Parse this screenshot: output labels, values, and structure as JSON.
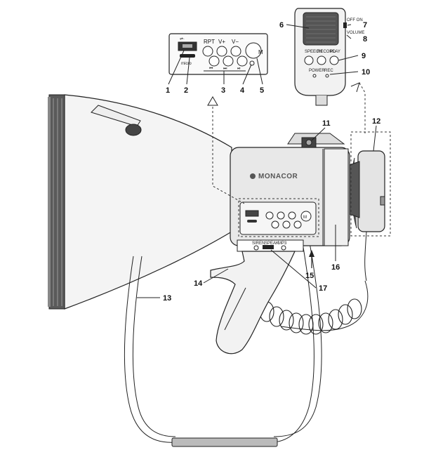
{
  "product": {
    "brand": "MONACOR"
  },
  "control_panel_labels": {
    "rpt": "RPT",
    "vol_up": "V+",
    "vol_down": "V−",
    "mode_button": "M",
    "usb_symbol": "⇌·",
    "card_label": "micro"
  },
  "microphone_labels": {
    "speech": "SPEECH",
    "record": "RECORD",
    "play": "PLAY",
    "power": "POWER",
    "rec": "REC",
    "switch_states": "OFF ON",
    "volume": "VOLUME"
  },
  "mode_switch_labels": {
    "siren": "SIREN",
    "speak": "SPEAK",
    "mp3": "MP3"
  },
  "callouts": [
    "1",
    "2",
    "3",
    "4",
    "5",
    "6",
    "7",
    "8",
    "9",
    "10",
    "11",
    "12",
    "13",
    "14",
    "15",
    "16",
    "17"
  ],
  "colors": {
    "line": "#222222",
    "body_fill": "#e6e6e6",
    "horn_fill": "#f2f2f2",
    "dark": "#333333"
  }
}
